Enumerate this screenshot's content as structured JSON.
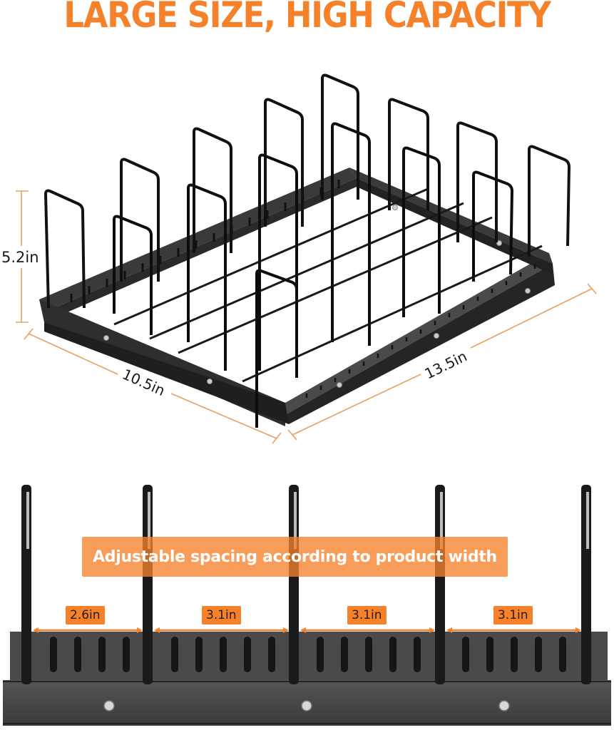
{
  "headline": "LARGE SIZE, HIGH CAPACITY",
  "colors": {
    "accent_orange": "#f5822a",
    "banner_orange": "#f7a060",
    "rack_black": "#1a1a1a",
    "base_gray": "#3c3c3c",
    "dimension_line": "#e8a060",
    "background": "#ffffff"
  },
  "isometric_view": {
    "height_label": "5.2in",
    "width_label": "10.5in",
    "length_label": "13.5in"
  },
  "front_view": {
    "banner_text": "Adjustable spacing according to product width",
    "spacings": [
      {
        "label": "2.6in"
      },
      {
        "label": "3.1in"
      },
      {
        "label": "3.1in"
      },
      {
        "label": "3.1in"
      }
    ]
  }
}
